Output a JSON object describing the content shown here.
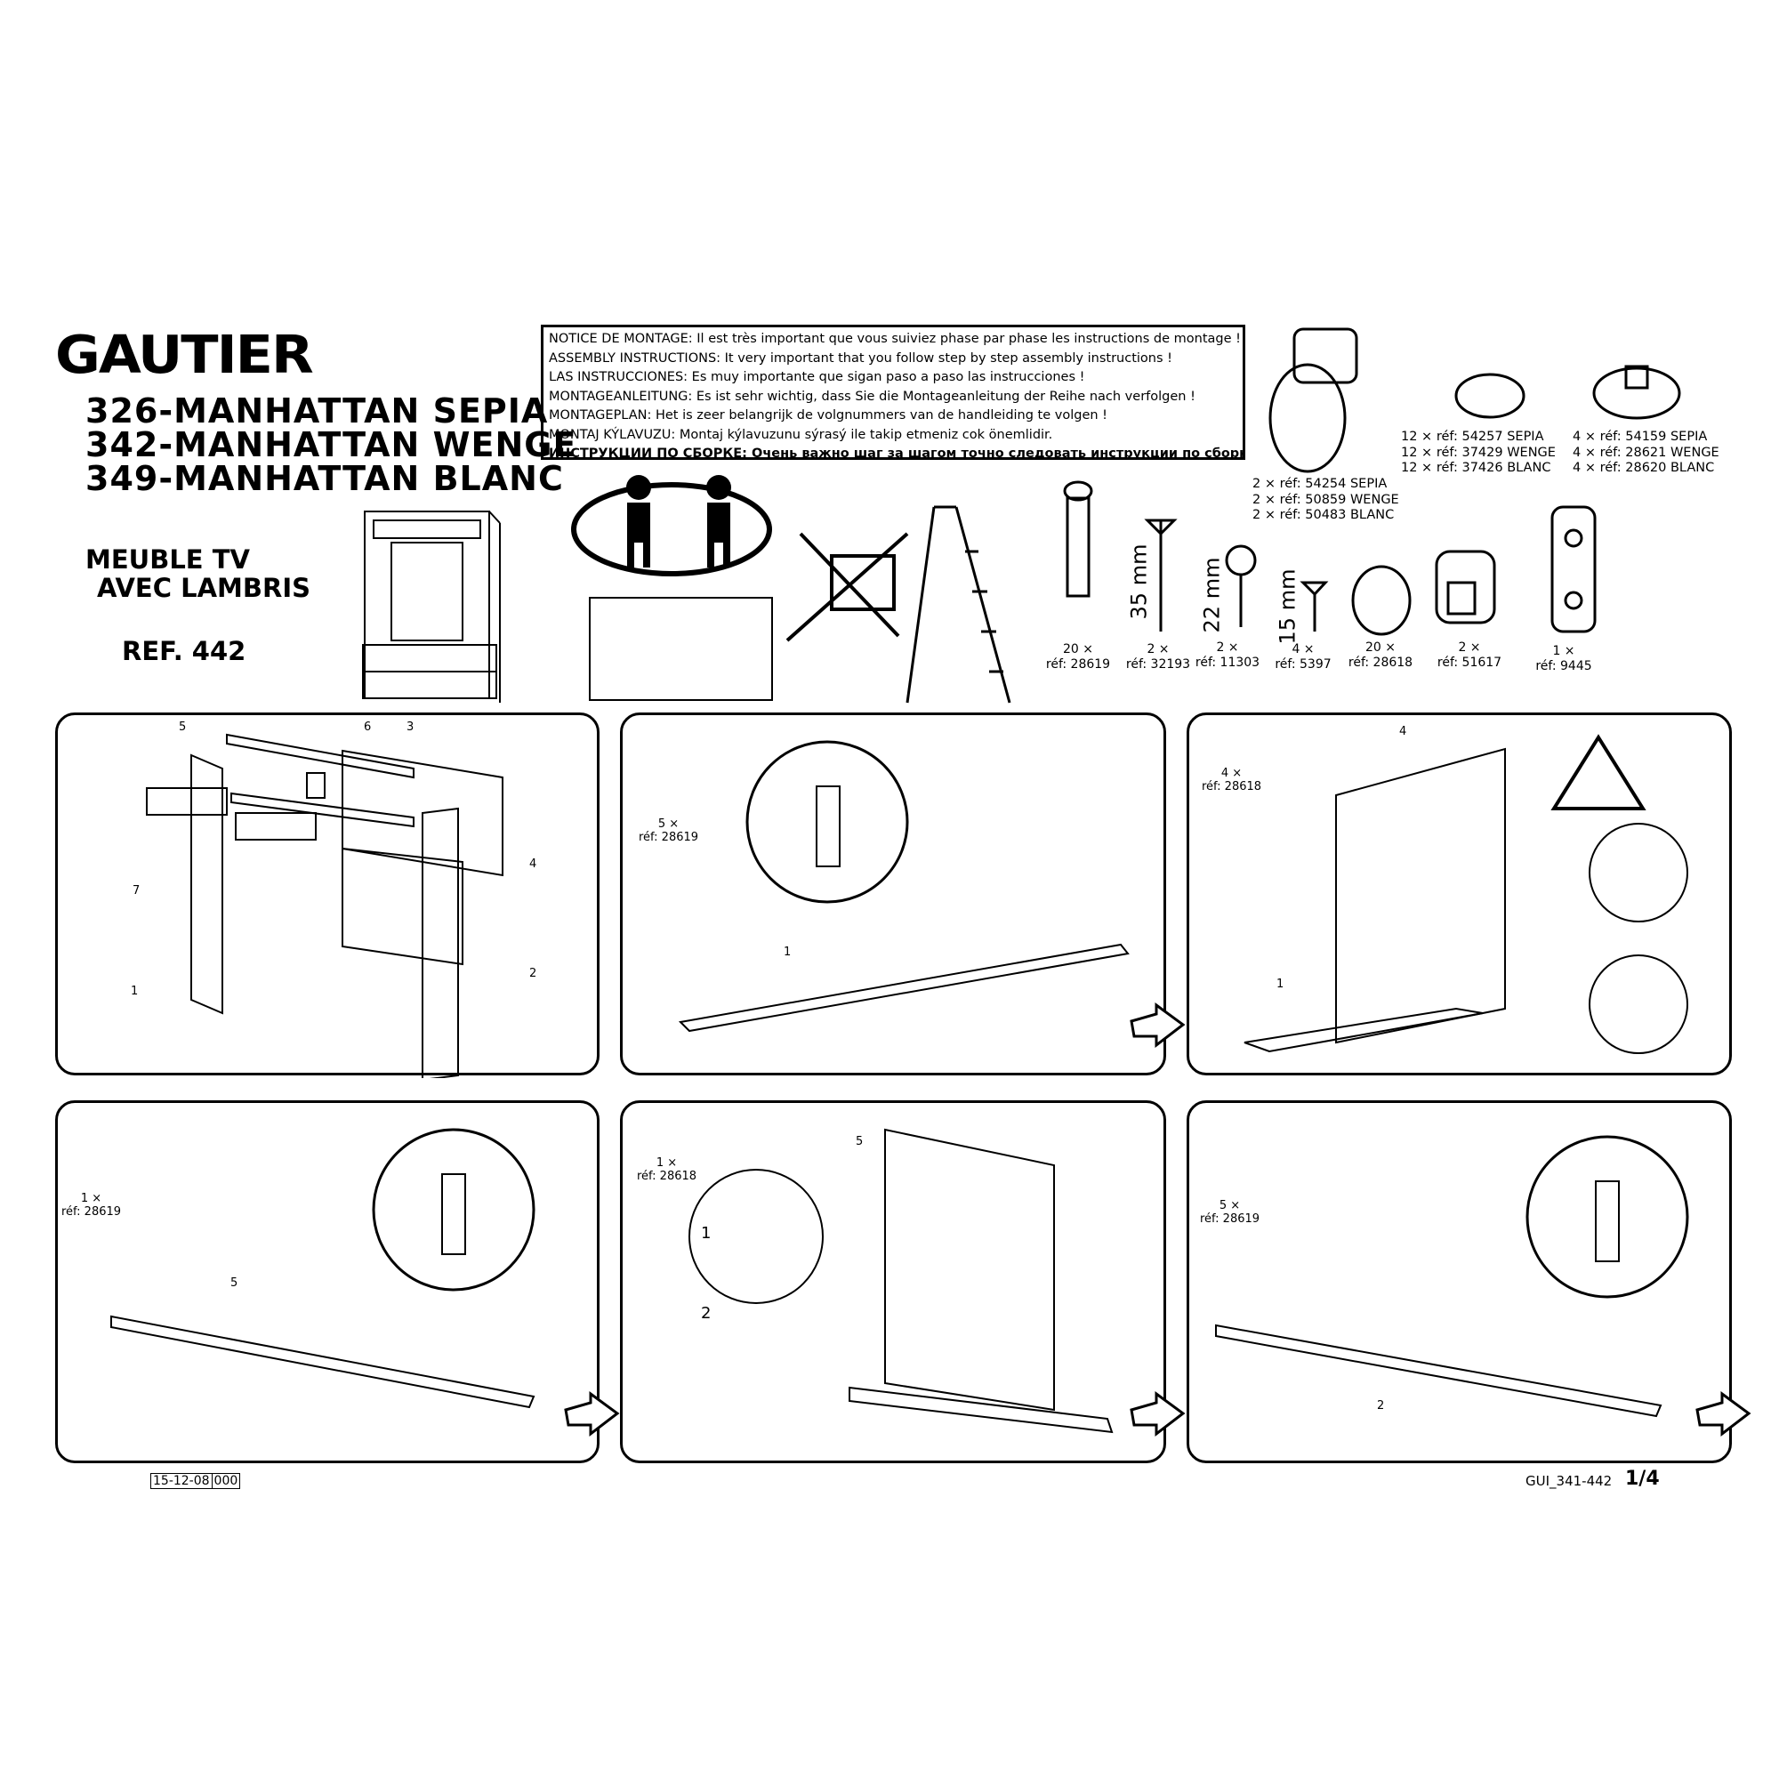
{
  "brand": {
    "logo": "GAUTIER"
  },
  "models": [
    "326-MANHATTAN SEPIA",
    "342-MANHATTAN WENGE",
    "349-MANHATTAN BLANC"
  ],
  "product": {
    "line1": "MEUBLE TV",
    "line2": "AVEC LAMBRIS",
    "ref": "REF. 442"
  },
  "notice": [
    "NOTICE DE MONTAGE: Il est très important que vous suiviez phase par phase les instructions de montage !",
    "ASSEMBLY INSTRUCTIONS: It very important that you follow step by step assembly instructions !",
    "LAS INSTRUCCIONES: Es muy importante que sigan paso a paso las instrucciones !",
    "MONTAGEANLEITUNG: Es ist sehr wichtig, dass Sie die Montageanleitung der Reihe nach verfolgen !",
    "MONTAGEPLAN: Het is zeer belangrijk de volgnummers van de handleiding te volgen !",
    "MONTAJ KÝLAVUZU: Montaj kýlavuzunu sýrasý ile takip etmeniz cok önemlidir.",
    "ИНСТРУКЦИИ ПО СБОРКЕ: Очень важно шаг за шагом точно следовать инструкции по сборке:"
  ],
  "hardware_refs": {
    "handle": [
      "2 × réf: 54254 SEPIA",
      "2 × réf: 50859 WENGE",
      "2 × réf: 50483 BLANC"
    ],
    "cap": [
      "12 × réf: 54257 SEPIA",
      "12 × réf: 37429 WENGE",
      "12 × réf: 37426 BLANC"
    ],
    "foot": [
      "4 × réf: 54159 SEPIA",
      "4 × réf: 28621 WENGE",
      "4 × réf: 28620 BLANC"
    ]
  },
  "parts": [
    {
      "qty": "20 ×",
      "ref": "réf: 28619"
    },
    {
      "qty": "2 ×",
      "ref": "réf: 32193",
      "dim": "35 mm"
    },
    {
      "qty": "2 ×",
      "ref": "réf: 11303",
      "dim": "22 mm"
    },
    {
      "qty": "4 ×",
      "ref": "réf: 5397",
      "dim": "15 mm"
    },
    {
      "qty": "20 ×",
      "ref": "réf: 28618"
    },
    {
      "qty": "2 ×",
      "ref": "réf: 51617"
    },
    {
      "qty": "1 ×",
      "ref": "réf: 9445"
    }
  ],
  "steps": [
    {
      "callouts": [
        "5",
        "6",
        "3",
        "7",
        "4",
        "1",
        "2"
      ]
    },
    {
      "qty": "5 ×",
      "ref": "réf: 28619",
      "callouts": [
        "1"
      ]
    },
    {
      "qty": "4 ×",
      "ref": "réf: 28618",
      "callouts": [
        "4",
        "1"
      ]
    },
    {
      "qty": "1 ×",
      "ref": "réf: 28619",
      "callouts": [
        "5"
      ]
    },
    {
      "qty": "1 ×",
      "ref": "réf: 28618",
      "callouts": [
        "5"
      ],
      "arrows": [
        "1",
        "2"
      ]
    },
    {
      "qty": "5 ×",
      "ref": "réf: 28619",
      "callouts": [
        "2"
      ]
    }
  ],
  "footer": {
    "date": "15-12-08",
    "code": "000",
    "doc": "GUI_341-442",
    "page": "1/4"
  }
}
